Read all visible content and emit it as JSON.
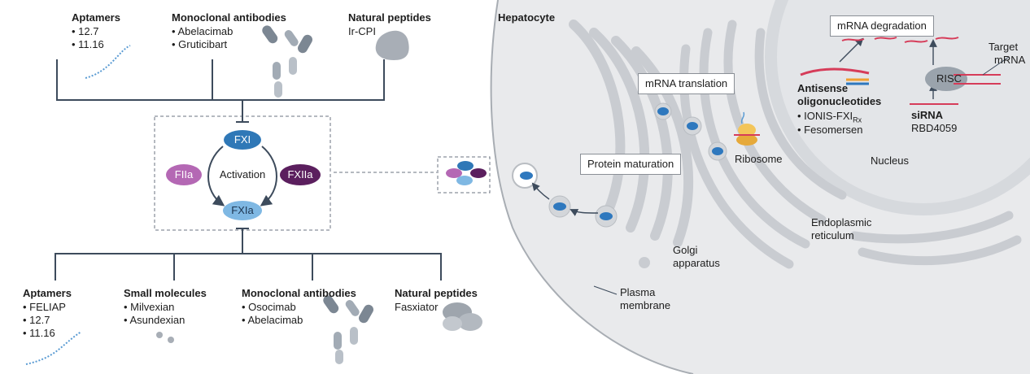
{
  "top": {
    "aptamers": {
      "title": "Aptamers",
      "items": [
        "12.7",
        "11.16"
      ]
    },
    "mab": {
      "title": "Monoclonal antibodies",
      "items": [
        "Abelacimab",
        "Gruticibart"
      ]
    },
    "peptides": {
      "title": "Natural peptides",
      "items": [
        "Ir-CPI"
      ]
    }
  },
  "bottom": {
    "aptamers": {
      "title": "Aptamers",
      "items": [
        "FELIAP",
        "12.7",
        "11.16"
      ]
    },
    "small": {
      "title": "Small molecules",
      "items": [
        "Milvexian",
        "Asundexian"
      ]
    },
    "mab": {
      "title": "Monoclonal antibodies",
      "items": [
        "Osocimab",
        "Abelacimab"
      ]
    },
    "peptides": {
      "title": "Natural peptides",
      "items": [
        "Fasxiator"
      ]
    }
  },
  "cascade": {
    "fxi": "FXI",
    "fxia": "FXIa",
    "fiia": "FIIa",
    "fxiia": "FXIIa",
    "activation": "Activation"
  },
  "cell": {
    "hepatocyte": "Hepatocyte",
    "mrna_degradation": "mRNA degradation",
    "mrna_translation": "mRNA translation",
    "protein_maturation": "Protein maturation",
    "ribosome": "Ribosome",
    "nucleus": "Nucleus",
    "er": [
      "Endoplasmic",
      "reticulum"
    ],
    "golgi": [
      "Golgi",
      "apparatus"
    ],
    "plasma": [
      "Plasma",
      "membrane"
    ],
    "risc": "RISC",
    "target_mrna": [
      "Target",
      "mRNA"
    ],
    "aso": {
      "title": [
        "Antisense",
        "oligonucleotides"
      ],
      "items": [
        "IONIS-FXI",
        "Fesomersen"
      ],
      "sub": "Rx"
    },
    "sirna": {
      "title": "siRNA",
      "items": [
        "RBD4059"
      ]
    }
  },
  "colors": {
    "fxi": "#2f78b7",
    "fxia": "#7fb8e3",
    "fiia": "#b468b4",
    "fxiia": "#5b1f5e",
    "line": "#3d4b5c",
    "cell": "#e9eaec",
    "organelle": "#cfd2d6",
    "vesicle": "#2e78be"
  },
  "icons": [
    "aptamer-strand-icon",
    "antibody-icon",
    "peptide-icon",
    "small-molecule-icon",
    "ribosome-icon",
    "mrna-strand-icon"
  ]
}
